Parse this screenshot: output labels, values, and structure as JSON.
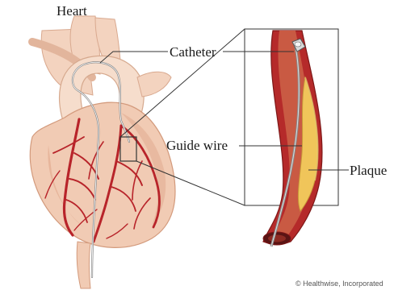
{
  "labels": {
    "heart": "Heart",
    "catheter": "Catheter",
    "guide_wire": "Guide wire",
    "plaque": "Plaque"
  },
  "credit": "© Healthwise, Incorporated",
  "colors": {
    "heart_fill": "#f1cbb4",
    "heart_shadow": "#dea487",
    "aorta_fill": "#f6ddcc",
    "coronary_artery": "#b8242a",
    "artery_wall": "#b52a2a",
    "artery_lumen": "#c95a43",
    "plaque": "#f0c55a",
    "wire": "#8a8a8a",
    "leader_line": "#333333"
  }
}
